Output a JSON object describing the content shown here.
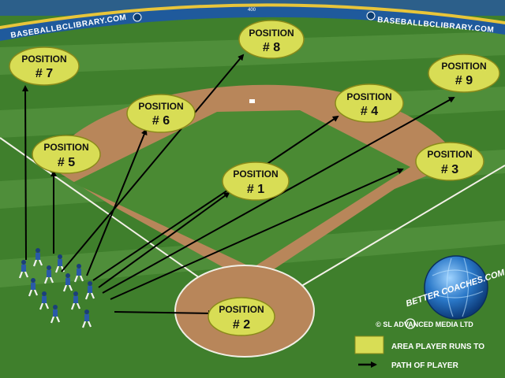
{
  "wall": {
    "left_text": "BASEBALLBCLIBRARY.COM",
    "right_text": "BASEBALLBCLIBRARY.COM",
    "center_distance": "400"
  },
  "positions": [
    {
      "word": "POSITION",
      "number": "# 7"
    },
    {
      "word": "POSITION",
      "number": "# 8"
    },
    {
      "word": "POSITION",
      "number": "# 9"
    },
    {
      "word": "POSITION",
      "number": "# 6"
    },
    {
      "word": "POSITION",
      "number": "# 4"
    },
    {
      "word": "POSITION",
      "number": "# 5"
    },
    {
      "word": "POSITION",
      "number": "# 3"
    },
    {
      "word": "POSITION",
      "number": "# 1"
    },
    {
      "word": "POSITION",
      "number": "# 2"
    }
  ],
  "logo": {
    "text": "BETTER COACHES.COM",
    "copyright": "© SL ADVANCED MEDIA LTD"
  },
  "legend": {
    "area_label": "AREA PLAYER RUNS TO",
    "path_label": "PATH OF PLAYER"
  },
  "colors": {
    "target_area": "#d8dd55",
    "path": "#000000",
    "grass": "#3f7f2c",
    "dirt": "#b8865a",
    "wall": "#1f5a9c"
  }
}
